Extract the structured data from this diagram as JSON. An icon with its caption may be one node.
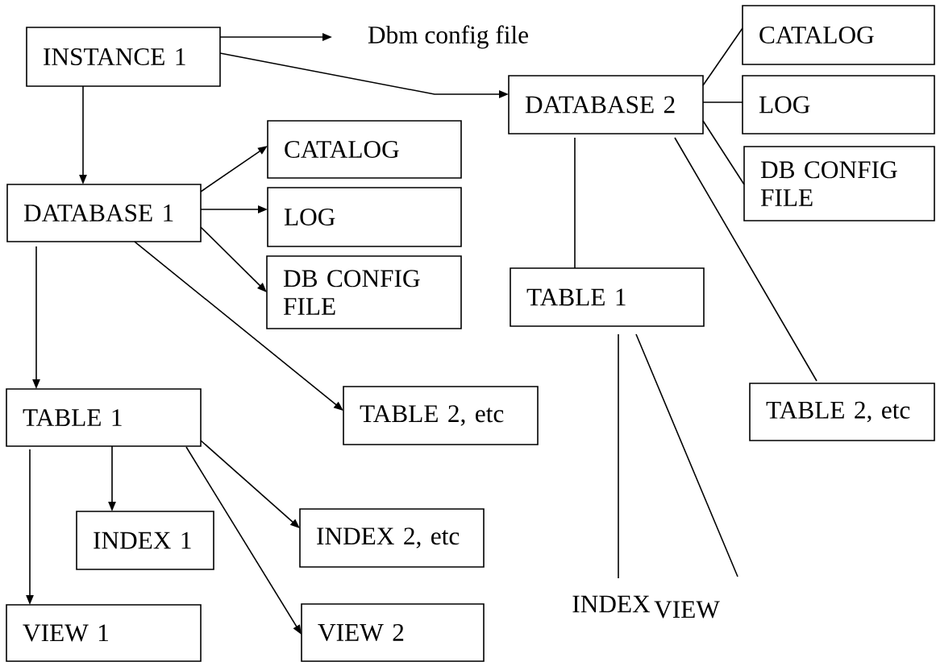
{
  "diagram": {
    "nodes": [
      {
        "text": [
          "INSTANCE 1"
        ]
      },
      {
        "text": [
          "Dbm config file"
        ]
      },
      {
        "text": [
          "DATABASE 2"
        ]
      },
      {
        "text": [
          "CATALOG"
        ]
      },
      {
        "text": [
          "LOG"
        ]
      },
      {
        "text": [
          "DB CONFIG FILE"
        ]
      },
      {
        "text": [
          "DATABASE 1"
        ]
      },
      {
        "text": [
          "CATALOG"
        ]
      },
      {
        "text": [
          "LOG"
        ]
      },
      {
        "text": [
          "DB CONFIG FILE"
        ]
      },
      {
        "text": [
          "TABLE 2, etc"
        ]
      },
      {
        "text": [
          "TABLE 1"
        ]
      },
      {
        "text": [
          "TABLE 2, etc"
        ]
      },
      {
        "text": [
          "TABLE 1"
        ]
      },
      {
        "text": [
          "INDEX 1"
        ]
      },
      {
        "text": [
          "INDEX 2, etc"
        ]
      },
      {
        "text": [
          "VIEW 1"
        ]
      },
      {
        "text": [
          "VIEW 2"
        ]
      },
      {
        "text": [
          "INDEX"
        ]
      },
      {
        "text": [
          "VIEW"
        ]
      }
    ],
    "edges": [
      {
        "from": 0,
        "to": 1,
        "arrow": "to"
      },
      {
        "from": 0,
        "to": 2,
        "arrow": "to"
      },
      {
        "from": 0,
        "to": 6,
        "arrow": "to"
      },
      {
        "from": 6,
        "to": 7,
        "arrow": "to"
      },
      {
        "from": 6,
        "to": 8,
        "arrow": "to"
      },
      {
        "from": 6,
        "to": 9,
        "arrow": "to"
      },
      {
        "from": 6,
        "to": 10,
        "arrow": "to"
      },
      {
        "from": 6,
        "to": 13,
        "arrow": "to"
      },
      {
        "from": 2,
        "to": 3,
        "arrow": "none"
      },
      {
        "from": 2,
        "to": 4,
        "arrow": "none"
      },
      {
        "from": 2,
        "to": 5,
        "arrow": "none"
      },
      {
        "from": 2,
        "to": 11,
        "arrow": "none"
      },
      {
        "from": 2,
        "to": 12,
        "arrow": "none"
      },
      {
        "from": 11,
        "to": 18,
        "arrow": "none"
      },
      {
        "from": 11,
        "to": 19,
        "arrow": "none"
      },
      {
        "from": 13,
        "to": 14,
        "arrow": "to"
      },
      {
        "from": 13,
        "to": 16,
        "arrow": "to"
      },
      {
        "from": 13,
        "to": 15,
        "arrow": "to"
      },
      {
        "from": 13,
        "to": 17,
        "arrow": "to"
      }
    ]
  }
}
